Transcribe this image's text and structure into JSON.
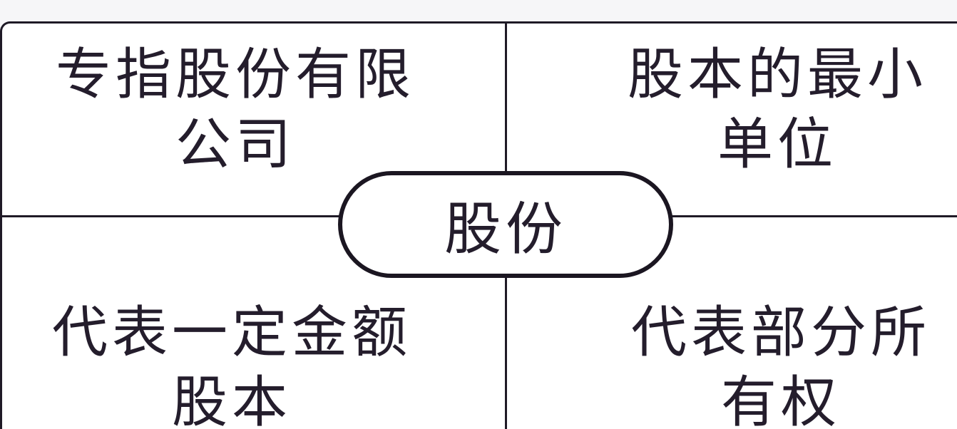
{
  "center": "股份",
  "quadrants": {
    "top_left": [
      "专指股份有限",
      "公司"
    ],
    "top_right": [
      "股本的最小",
      "单位"
    ],
    "bottom_left": [
      "代表一定金额",
      "股本"
    ],
    "bottom_right": [
      "代表部分所",
      "有权"
    ]
  },
  "colors": {
    "line": "#1f1a26",
    "text": "#241d2c",
    "background": "#ffffff"
  }
}
